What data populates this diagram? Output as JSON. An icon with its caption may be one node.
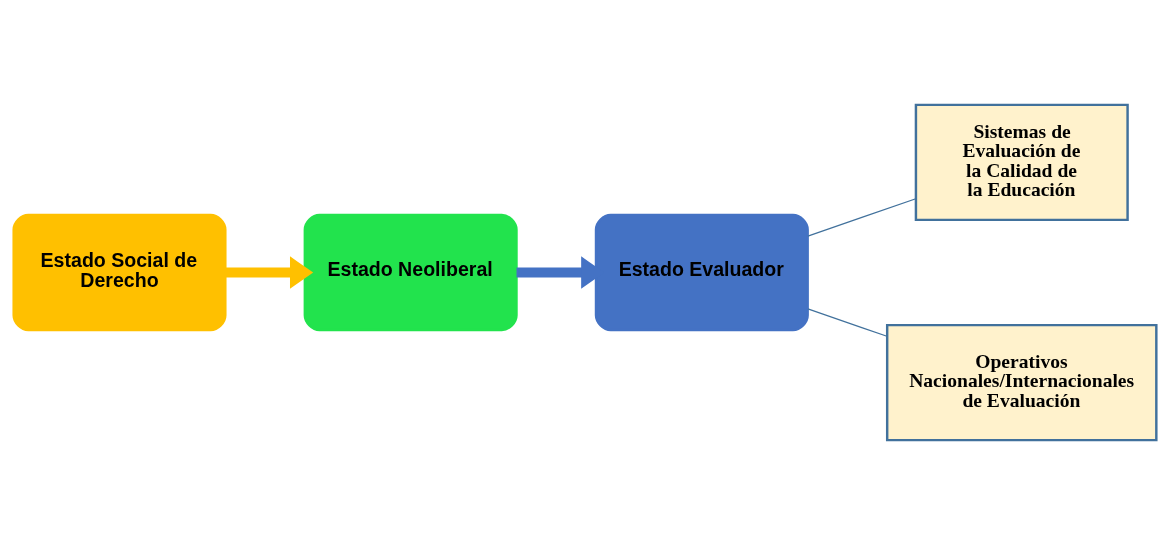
{
  "diagram": {
    "nodes": [
      {
        "text": [
          "Estado Social de Derecho"
        ]
      },
      {
        "text": [
          "Estado Neoliberal"
        ]
      },
      {
        "text": [
          "Estado Evaluador"
        ]
      },
      {
        "text": [
          "Sistemas de Evaluación de la Calidad de la Educación"
        ]
      },
      {
        "text": [
          "Operativos Nacionales/Internacionales de Evaluación"
        ]
      }
    ],
    "edges": [
      {
        "from": 0,
        "to": 1,
        "arrow": "to",
        "style": "thick",
        "color": "#ffc000"
      },
      {
        "from": 1,
        "to": 2,
        "arrow": "to",
        "style": "thick",
        "color": "#4472c4"
      },
      {
        "from": 2,
        "to": 3,
        "arrow": "none",
        "color": "#41719c"
      },
      {
        "from": 2,
        "to": 4,
        "arrow": "none",
        "color": "#41719c"
      }
    ]
  }
}
